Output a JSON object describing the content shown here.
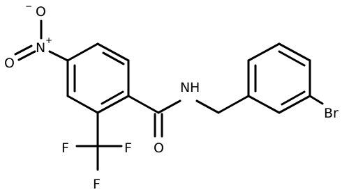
{
  "molecule": {
    "atoms": {
      "nitro_o_top": "O",
      "nitro_o_top_charge": "−",
      "nitro_n": "N",
      "nitro_n_charge": "+",
      "nitro_o_bottom": "O",
      "amide_n": "N",
      "amide_h": "H",
      "carbonyl_o": "O",
      "bromine": "Br",
      "fluorine_left": "F",
      "fluorine_right": "F",
      "fluorine_bottom": "F"
    }
  }
}
